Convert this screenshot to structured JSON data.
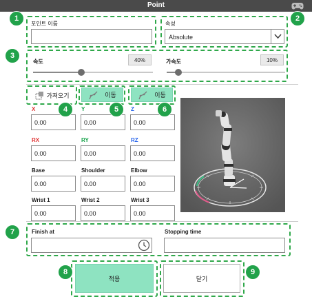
{
  "window": {
    "title": "Point"
  },
  "name_section": {
    "label": "포인트 이름",
    "value": ""
  },
  "property": {
    "label": "속성",
    "selected": "Absolute"
  },
  "speed": {
    "label": "속도",
    "value_text": "40%",
    "value": 0.4
  },
  "acceleration": {
    "label": "가속도",
    "value_text": "10%",
    "value": 0.1
  },
  "actions": {
    "import_label": "가져오기",
    "move_label_1": "이동",
    "move_label_2": "이동"
  },
  "fields": {
    "x": {
      "label": "X",
      "value": "0.00"
    },
    "y": {
      "label": "Y",
      "value": "0.00"
    },
    "z": {
      "label": "Z",
      "value": "0.00"
    },
    "rx": {
      "label": "RX",
      "value": "0.00"
    },
    "ry": {
      "label": "RY",
      "value": "0.00"
    },
    "rz": {
      "label": "RZ",
      "value": "0.00"
    },
    "base": {
      "label": "Base",
      "value": "0.00"
    },
    "shoulder": {
      "label": "Shoulder",
      "value": "0.00"
    },
    "elbow": {
      "label": "Elbow",
      "value": "0.00"
    },
    "wrist1": {
      "label": "Wrist 1",
      "value": "0.00"
    },
    "wrist2": {
      "label": "Wrist 2",
      "value": "0.00"
    },
    "wrist3": {
      "label": "Wrist 3",
      "value": "0.00"
    }
  },
  "finish_at": {
    "label": "Finish at",
    "value": ""
  },
  "stopping_time": {
    "label": "Stopping time",
    "value": ""
  },
  "buttons": {
    "apply": "적용",
    "close": "닫기"
  },
  "badges": [
    "1",
    "2",
    "3",
    "4",
    "5",
    "6",
    "7",
    "8",
    "9"
  ],
  "colors": {
    "accent": "#8ee3c1",
    "highlight": "#2fa84a",
    "badge": "#21a24a",
    "axis_x": "#e03131",
    "axis_y": "#16a34a",
    "axis_z": "#2563eb"
  },
  "icons": [
    "gamepad-icon",
    "chevron-down-icon",
    "import-icon",
    "robot-move-icon",
    "clock-icon"
  ]
}
